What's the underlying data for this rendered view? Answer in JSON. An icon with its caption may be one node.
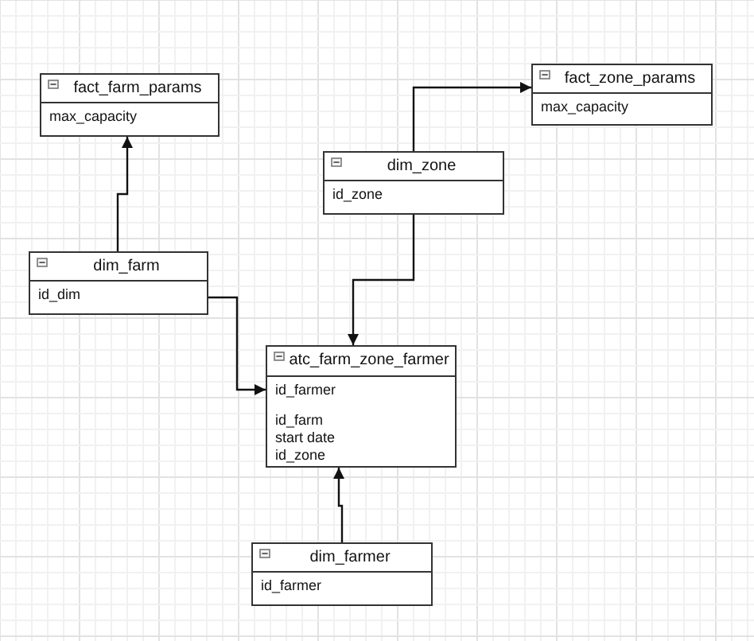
{
  "diagram": {
    "nodes": [
      {
        "text": [
          "fact_farm_params",
          "max_capacity"
        ]
      },
      {
        "text": [
          "fact_zone_params",
          "max_capacity"
        ]
      },
      {
        "text": [
          "dim_zone",
          "id_zone"
        ]
      },
      {
        "text": [
          "dim_farm",
          "id_dim"
        ]
      },
      {
        "text": [
          "atc_farm_zone_farmer",
          "id_farmer",
          "id_farm",
          "start date",
          "id_zone"
        ]
      },
      {
        "text": [
          "dim_farmer",
          "id_farmer"
        ]
      }
    ],
    "edges": [
      {
        "from": 3,
        "to": 0,
        "arrow": "to"
      },
      {
        "from": 2,
        "to": 1,
        "arrow": "to"
      },
      {
        "from": 2,
        "to": 4,
        "arrow": "to"
      },
      {
        "from": 3,
        "to": 4,
        "arrow": "to"
      },
      {
        "from": 5,
        "to": 4,
        "arrow": "to"
      }
    ]
  }
}
